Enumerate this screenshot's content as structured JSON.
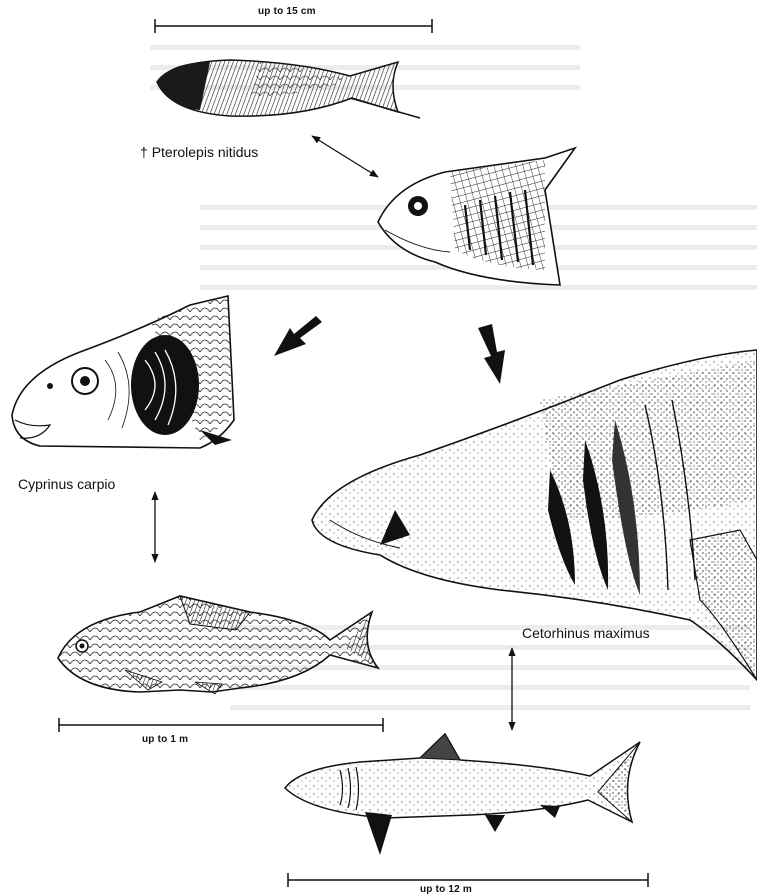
{
  "scales": {
    "top": "up to 15 cm",
    "middle": "up to 1 m",
    "bottom": "up to 12 m"
  },
  "species": {
    "pterolepis": {
      "mark": "†",
      "name": "Pterolepis nitidus"
    },
    "cyprinus": {
      "name": "Cyprinus carpio"
    },
    "cetorhinus": {
      "name": "Cetorhinus maximus"
    }
  },
  "colors": {
    "ink": "#111111",
    "paper": "#ffffff"
  }
}
